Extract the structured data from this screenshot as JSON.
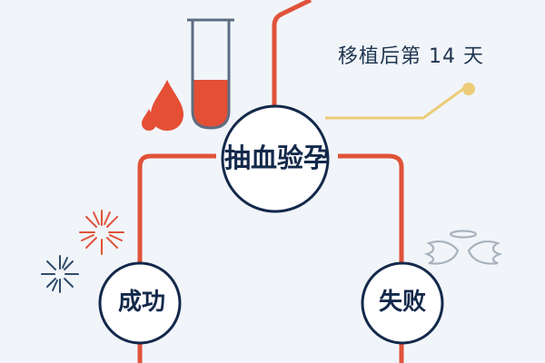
{
  "annotation": {
    "day_label": "移植后第 14 天"
  },
  "nodes": {
    "test": "抽血验孕",
    "success": "成功",
    "failure": "失败"
  },
  "colors": {
    "background": "#f1f5f9",
    "line_red": "#e0533a",
    "line_yellow": "#eccc78",
    "node_outline": "#13294b",
    "node_fill": "#ffffff",
    "text_dark": "#13294b",
    "blood_red": "#e44f35"
  },
  "icons": [
    "blood-drop-icon",
    "test-tube-icon",
    "firework-icon",
    "angel-wings-icon"
  ]
}
